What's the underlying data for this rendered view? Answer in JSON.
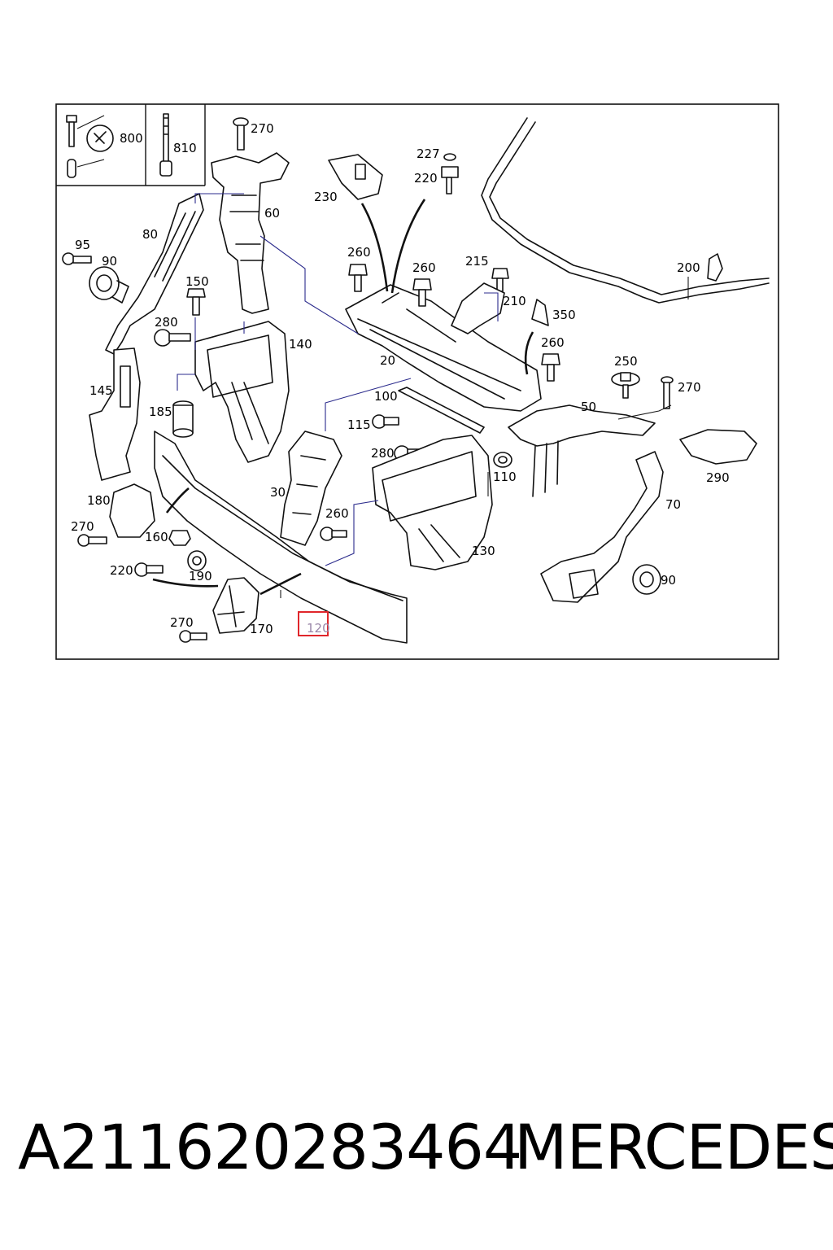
{
  "callouts": [
    {
      "id": "800",
      "text": "800"
    },
    {
      "id": "810",
      "text": "810"
    },
    {
      "id": "270a",
      "text": "270"
    },
    {
      "id": "227",
      "text": "227"
    },
    {
      "id": "220a",
      "text": "220"
    },
    {
      "id": "230",
      "text": "230"
    },
    {
      "id": "60",
      "text": "60"
    },
    {
      "id": "80",
      "text": "80"
    },
    {
      "id": "95",
      "text": "95"
    },
    {
      "id": "90a",
      "text": "90"
    },
    {
      "id": "260a",
      "text": "260"
    },
    {
      "id": "260b",
      "text": "260"
    },
    {
      "id": "215",
      "text": "215"
    },
    {
      "id": "200",
      "text": "200"
    },
    {
      "id": "150",
      "text": "150"
    },
    {
      "id": "210",
      "text": "210"
    },
    {
      "id": "350",
      "text": "350"
    },
    {
      "id": "280a",
      "text": "280"
    },
    {
      "id": "140",
      "text": "140"
    },
    {
      "id": "260c",
      "text": "260"
    },
    {
      "id": "20",
      "text": "20"
    },
    {
      "id": "250",
      "text": "250"
    },
    {
      "id": "270b",
      "text": "270"
    },
    {
      "id": "145",
      "text": "145"
    },
    {
      "id": "100",
      "text": "100"
    },
    {
      "id": "50",
      "text": "50"
    },
    {
      "id": "185",
      "text": "185"
    },
    {
      "id": "115",
      "text": "115"
    },
    {
      "id": "280b",
      "text": "280"
    },
    {
      "id": "110",
      "text": "110"
    },
    {
      "id": "290",
      "text": "290"
    },
    {
      "id": "180",
      "text": "180"
    },
    {
      "id": "30",
      "text": "30"
    },
    {
      "id": "70",
      "text": "70"
    },
    {
      "id": "270c",
      "text": "270"
    },
    {
      "id": "260d",
      "text": "260"
    },
    {
      "id": "160",
      "text": "160"
    },
    {
      "id": "130",
      "text": "130"
    },
    {
      "id": "220b",
      "text": "220"
    },
    {
      "id": "190",
      "text": "190"
    },
    {
      "id": "90b",
      "text": "90"
    },
    {
      "id": "270d",
      "text": "270"
    },
    {
      "id": "170",
      "text": "170"
    },
    {
      "id": "120",
      "text": "120"
    }
  ],
  "highlighted_callout": "120",
  "highlight_color": "#e0262b",
  "footer": {
    "part_number": "A211620283464",
    "brand": "MERCEDES"
  }
}
